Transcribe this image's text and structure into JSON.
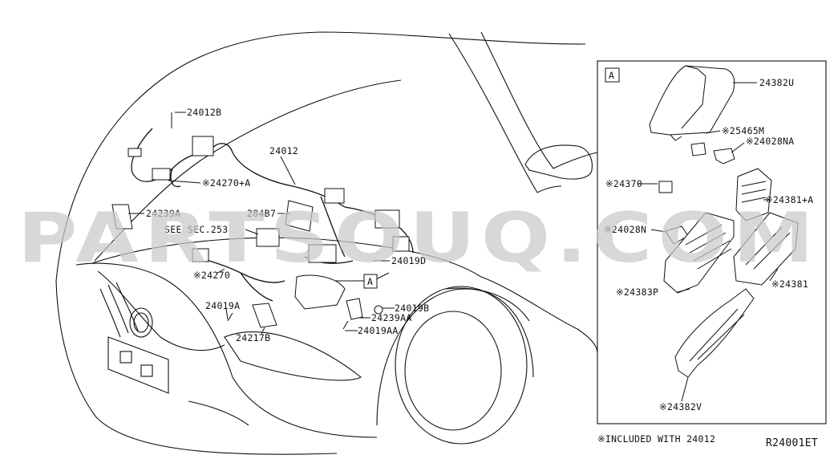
{
  "watermark": "PARTSOUQ.COM",
  "drawing_id": "R24001ET",
  "footnote": "※INCLUDED WITH 24012",
  "inset_label": "A",
  "callout_label": "A",
  "labels": {
    "p24012B": "24012B",
    "p24012": "24012",
    "p24270A": "※24270+A",
    "p24239A": "24239A",
    "p284B7": "284B7",
    "seesec": "SEE SEC.253",
    "p24019D": "24019D",
    "p24270": "※24270",
    "p24019A": "24019A",
    "p24019B": "24019B",
    "p24239AA": "24239AA",
    "p24019AA": "24019AA",
    "p24217B": "24217B",
    "p24382U": "24382U",
    "p25465M": "※25465M",
    "p24028NA": "※24028NA",
    "p24370": "※24370",
    "p24381A": "※24381+A",
    "p24028N": "※24028N",
    "p24383P": "※24383P",
    "p24381": "※24381",
    "p24382V": "※24382V"
  }
}
